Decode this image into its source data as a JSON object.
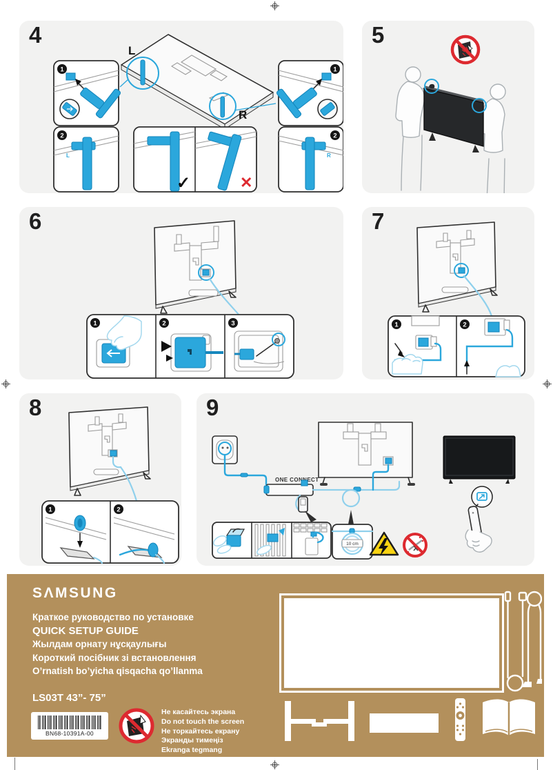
{
  "colors": {
    "page_bg": "#ffffff",
    "panel_bg": "#f2f2f1",
    "accent_blue": "#2ba7dc",
    "accent_blue_dark": "#1687bd",
    "cable_blue": "#8fd0ec",
    "warning_red": "#dd2a30",
    "hazard_yellow": "#f8d312",
    "footer_brown": "#b3905c",
    "ink": "#2f2f2f"
  },
  "badges": {
    "b1": "1",
    "b2": "2",
    "b3": "3"
  },
  "glyphs": {
    "check": "✓",
    "cross": "✕"
  },
  "steps": {
    "step4": {
      "number": "4",
      "label_left": "L",
      "label_right": "R"
    },
    "step5": {
      "number": "5"
    },
    "step6": {
      "number": "6"
    },
    "step7": {
      "number": "7"
    },
    "step8": {
      "number": "8"
    },
    "step9": {
      "number": "9",
      "one_connect_label": "ONE CONNECT",
      "coil_label": "10 cm"
    }
  },
  "footer": {
    "brand": "SΛMSUNG",
    "titles": [
      "Краткое руководство по установке",
      "QUICK SETUP GUIDE",
      "Жылдам орнату нұсқаулығы",
      "Короткий посібник зі встановлення",
      "O’rnatish bo’yicha qisqacha qo’llanma"
    ],
    "model": "LS03T 43”- 75”",
    "barcode_text": "BN68-10391A-00",
    "warnings": [
      "Не касайтесь экрана",
      "Do not touch the screen",
      "Не торкайтесь екрану",
      "Экранды тимеңіз",
      "Ekranga tegmang"
    ]
  }
}
